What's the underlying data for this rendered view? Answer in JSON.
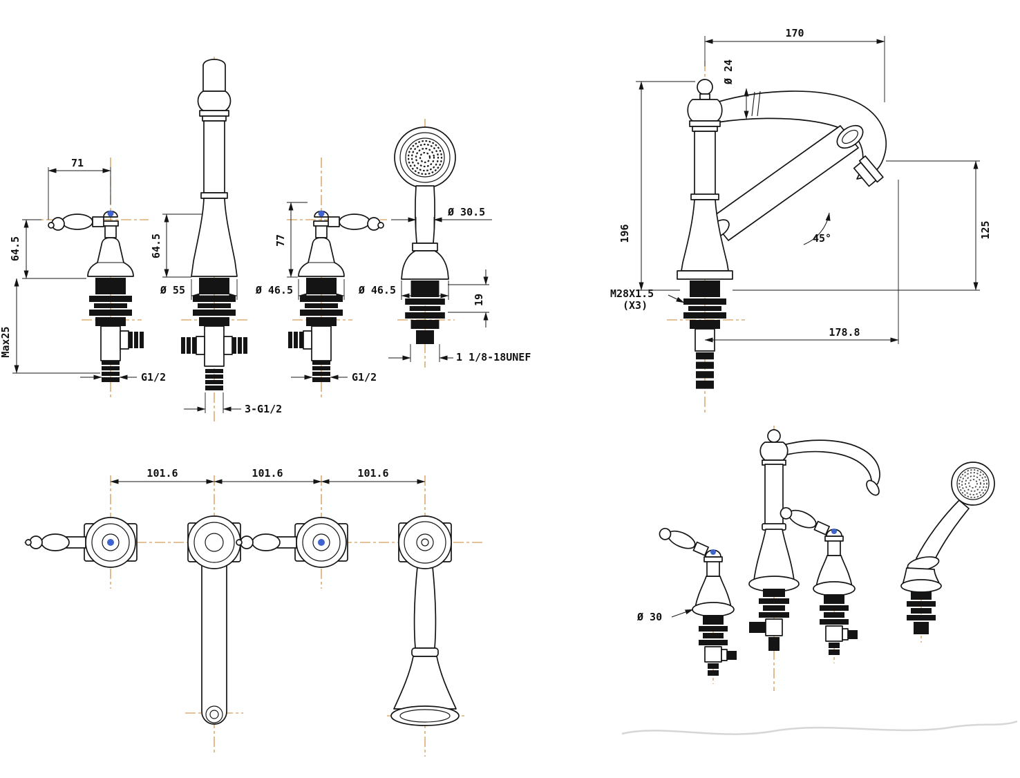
{
  "colors": {
    "line": "#141414",
    "centerline": "#c9852f",
    "handle_dot_blue": "#3f63cf",
    "background": "#ffffff"
  },
  "views": {
    "front": {
      "dims": {
        "d71": "71",
        "d64_5_handle": "64.5",
        "max25": "Max25",
        "d64_5_spout": "64.5",
        "d55": "Ø 55",
        "d77": "77",
        "d46_5_handle": "Ø 46.5",
        "d46_5_shower": "Ø 46.5",
        "d30_5": "Ø 30.5",
        "d19": "19",
        "thread_unef": "1 1/8-18UNEF",
        "g12_left": "G1/2",
        "g12_spout": "3-G1/2",
        "g12_right": "G1/2"
      }
    },
    "side": {
      "dims": {
        "d170": "170",
        "d24": "Ø 24",
        "d196": "196",
        "d125": "125",
        "angle45": "45°",
        "m28_line1": "M28X1.5",
        "m28_line2": "(X3)",
        "d178_8": "178.8"
      }
    },
    "plan": {
      "dims": {
        "s1": "101.6",
        "s2": "101.6",
        "s3": "101.6"
      }
    },
    "iso": {
      "dims": {
        "d30": "Ø 30"
      }
    }
  }
}
